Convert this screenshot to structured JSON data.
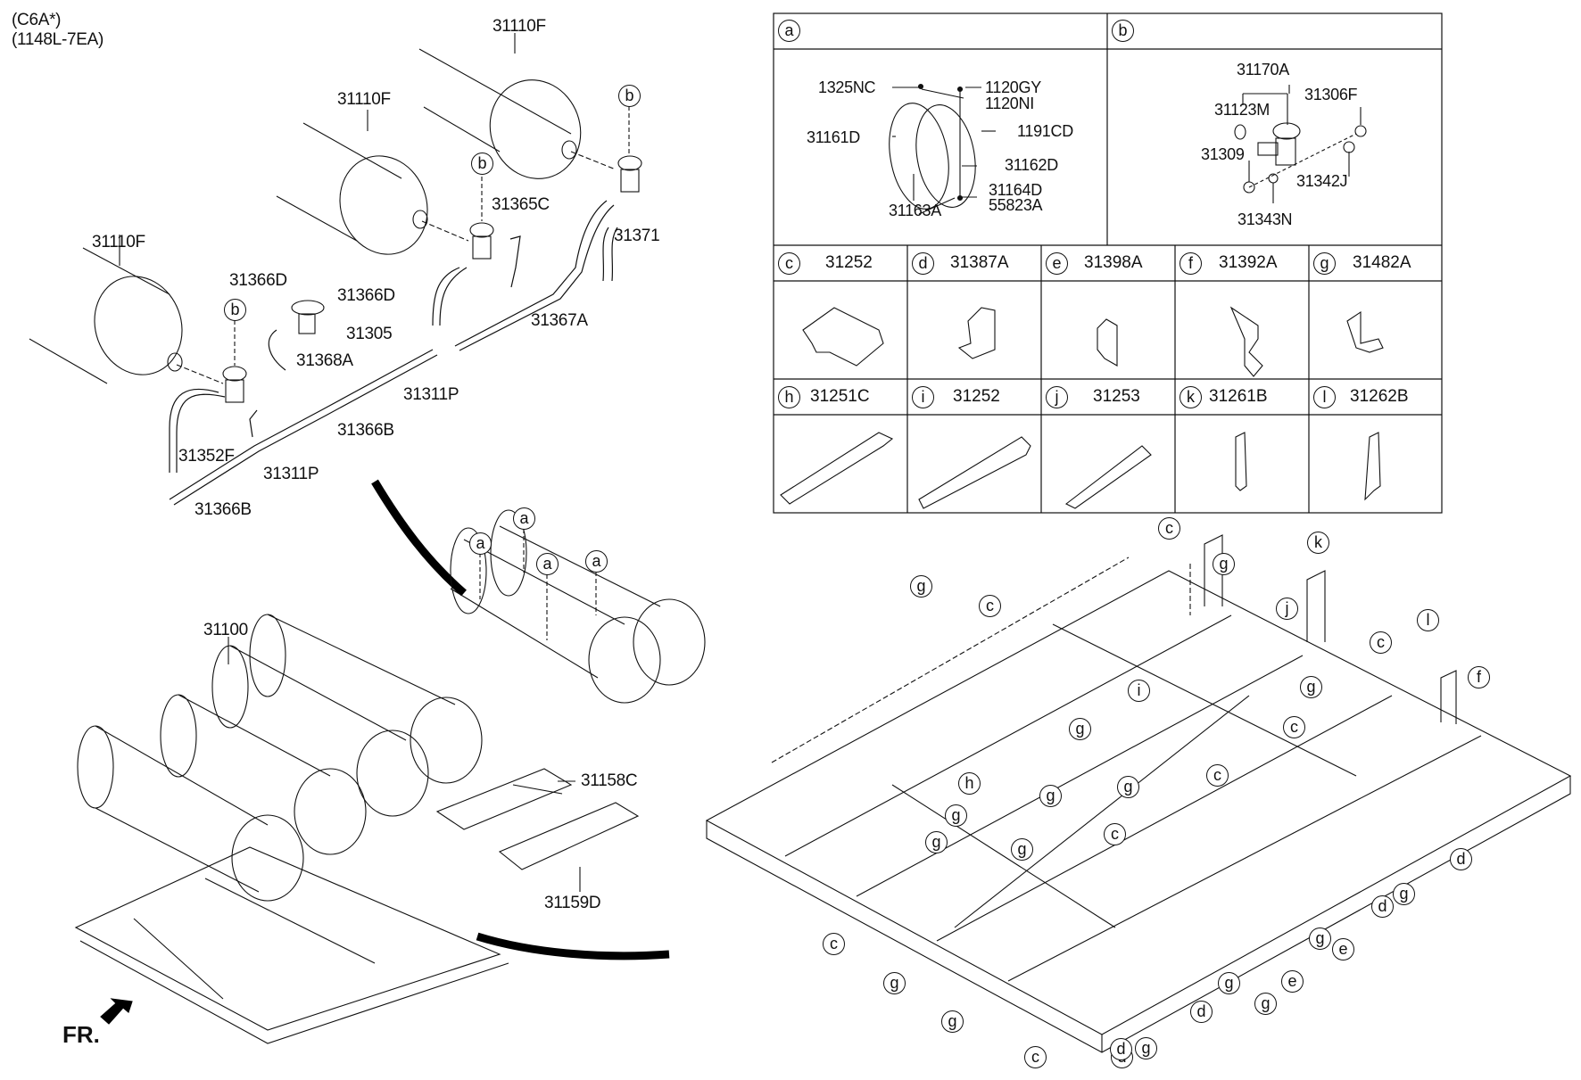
{
  "header": {
    "model_code": "(C6A*)",
    "variant_code": "(1148L-7EA)"
  },
  "front_indicator": {
    "label": "FR.",
    "icon": "front-arrow-icon"
  },
  "upper_left_labels": [
    {
      "id": "tank-top",
      "text": "31110F"
    },
    {
      "id": "tank-mid",
      "text": "31110F"
    },
    {
      "id": "tank-left",
      "text": "31110F"
    },
    {
      "id": "hose-31365c",
      "text": "31365C"
    },
    {
      "id": "pipe-31371",
      "text": "31371"
    },
    {
      "id": "pipe-31366d-right",
      "text": "31366D"
    },
    {
      "id": "pipe-31367a",
      "text": "31367A"
    },
    {
      "id": "pipe-31366d-left",
      "text": "31366D"
    },
    {
      "id": "valve-31305",
      "text": "31305"
    },
    {
      "id": "pipe-31368a",
      "text": "31368A"
    },
    {
      "id": "tee-31311p-right",
      "text": "31311P"
    },
    {
      "id": "pipe-31366b-right",
      "text": "31366B"
    },
    {
      "id": "pipe-31352f",
      "text": "31352F"
    },
    {
      "id": "tee-31311p-left",
      "text": "31311P"
    },
    {
      "id": "pipe-31366b-left",
      "text": "31366B"
    }
  ],
  "upper_left_callouts": [
    "b",
    "b",
    "b"
  ],
  "lower_left_labels": [
    {
      "id": "assembly-31100",
      "text": "31100"
    },
    {
      "id": "cover-31158c",
      "text": "31158C"
    },
    {
      "id": "gasket-31159d",
      "text": "31159D"
    }
  ],
  "lower_left_callouts": [
    "a",
    "a",
    "a",
    "a"
  ],
  "detail_a": {
    "key": "a",
    "labels": [
      "1325NC",
      "1120GY",
      "1120NI",
      "1191CD",
      "31161D",
      "31162D",
      "31164D",
      "55823A",
      "31163A"
    ]
  },
  "detail_b": {
    "key": "b",
    "labels": [
      "31170A",
      "31123M",
      "31306F",
      "31309",
      "31342J",
      "31343N"
    ]
  },
  "parts_table": {
    "row1": [
      {
        "key": "c",
        "part": "31252"
      },
      {
        "key": "d",
        "part": "31387A"
      },
      {
        "key": "e",
        "part": "31398A"
      },
      {
        "key": "f",
        "part": "31392A"
      },
      {
        "key": "g",
        "part": "31482A"
      }
    ],
    "row2": [
      {
        "key": "h",
        "part": "31251C"
      },
      {
        "key": "i",
        "part": "31252"
      },
      {
        "key": "j",
        "part": "31253"
      },
      {
        "key": "k",
        "part": "31261B"
      },
      {
        "key": "l",
        "part": "31262B"
      }
    ]
  },
  "frame_callouts": {
    "c": [
      "c",
      "c",
      "c",
      "c",
      "c",
      "c",
      "c",
      "c"
    ],
    "d": [
      "d",
      "d",
      "d",
      "d",
      "d"
    ],
    "e": [
      "e",
      "e"
    ],
    "f": [
      "f"
    ],
    "g": [
      "g",
      "g",
      "g",
      "g",
      "g",
      "g",
      "g",
      "g",
      "g",
      "g",
      "g",
      "g",
      "g",
      "g",
      "g",
      "g"
    ],
    "h": [
      "h"
    ],
    "i": [
      "i"
    ],
    "j": [
      "j"
    ],
    "k": [
      "k"
    ],
    "l": [
      "l"
    ]
  }
}
